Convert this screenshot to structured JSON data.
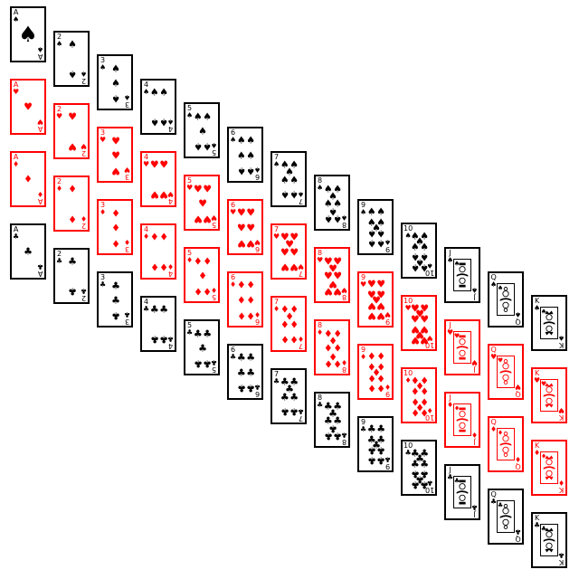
{
  "colors": {
    "red": "#ff0000",
    "black": "#000000",
    "background": "#ffffff"
  },
  "suit_glyphs": {
    "spades": "♠",
    "hearts": "♥",
    "diamonds": "♦",
    "clubs": "♣"
  },
  "suit_colors": {
    "spades": "black",
    "hearts": "red",
    "diamonds": "red",
    "clubs": "black"
  },
  "ranks": [
    "A",
    "2",
    "3",
    "4",
    "5",
    "6",
    "7",
    "8",
    "9",
    "10",
    "J",
    "Q",
    "K"
  ],
  "suit_rows": [
    "spades",
    "hearts",
    "diamonds",
    "clubs"
  ],
  "layout_note_free": true,
  "cards": [
    {
      "rank": "A",
      "suit": "spades"
    },
    {
      "rank": "2",
      "suit": "spades"
    },
    {
      "rank": "3",
      "suit": "spades"
    },
    {
      "rank": "4",
      "suit": "spades"
    },
    {
      "rank": "5",
      "suit": "spades"
    },
    {
      "rank": "6",
      "suit": "spades"
    },
    {
      "rank": "7",
      "suit": "spades"
    },
    {
      "rank": "8",
      "suit": "spades"
    },
    {
      "rank": "9",
      "suit": "spades"
    },
    {
      "rank": "10",
      "suit": "spades"
    },
    {
      "rank": "J",
      "suit": "spades"
    },
    {
      "rank": "Q",
      "suit": "spades"
    },
    {
      "rank": "K",
      "suit": "spades"
    },
    {
      "rank": "A",
      "suit": "hearts"
    },
    {
      "rank": "2",
      "suit": "hearts"
    },
    {
      "rank": "3",
      "suit": "hearts"
    },
    {
      "rank": "4",
      "suit": "hearts"
    },
    {
      "rank": "5",
      "suit": "hearts"
    },
    {
      "rank": "6",
      "suit": "hearts"
    },
    {
      "rank": "7",
      "suit": "hearts"
    },
    {
      "rank": "8",
      "suit": "hearts"
    },
    {
      "rank": "9",
      "suit": "hearts"
    },
    {
      "rank": "10",
      "suit": "hearts"
    },
    {
      "rank": "J",
      "suit": "hearts"
    },
    {
      "rank": "Q",
      "suit": "hearts"
    },
    {
      "rank": "K",
      "suit": "hearts"
    },
    {
      "rank": "A",
      "suit": "diamonds"
    },
    {
      "rank": "2",
      "suit": "diamonds"
    },
    {
      "rank": "3",
      "suit": "diamonds"
    },
    {
      "rank": "4",
      "suit": "diamonds"
    },
    {
      "rank": "5",
      "suit": "diamonds"
    },
    {
      "rank": "6",
      "suit": "diamonds"
    },
    {
      "rank": "7",
      "suit": "diamonds"
    },
    {
      "rank": "8",
      "suit": "diamonds"
    },
    {
      "rank": "9",
      "suit": "diamonds"
    },
    {
      "rank": "10",
      "suit": "diamonds"
    },
    {
      "rank": "J",
      "suit": "diamonds"
    },
    {
      "rank": "Q",
      "suit": "diamonds"
    },
    {
      "rank": "K",
      "suit": "diamonds"
    },
    {
      "rank": "A",
      "suit": "clubs"
    },
    {
      "rank": "2",
      "suit": "clubs"
    },
    {
      "rank": "3",
      "suit": "clubs"
    },
    {
      "rank": "4",
      "suit": "clubs"
    },
    {
      "rank": "5",
      "suit": "clubs"
    },
    {
      "rank": "6",
      "suit": "clubs"
    },
    {
      "rank": "7",
      "suit": "clubs"
    },
    {
      "rank": "8",
      "suit": "clubs"
    },
    {
      "rank": "9",
      "suit": "clubs"
    },
    {
      "rank": "10",
      "suit": "clubs"
    },
    {
      "rank": "J",
      "suit": "clubs"
    },
    {
      "rank": "Q",
      "suit": "clubs"
    },
    {
      "rank": "K",
      "suit": "clubs"
    }
  ]
}
